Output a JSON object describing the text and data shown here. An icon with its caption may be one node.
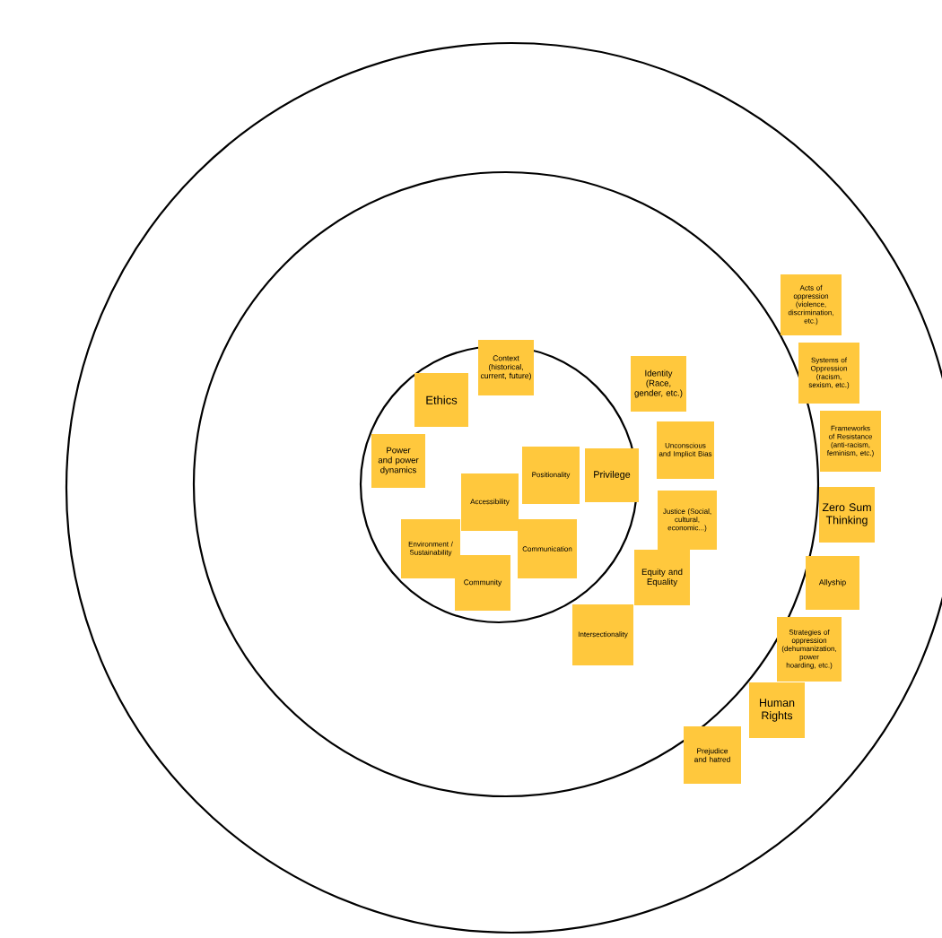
{
  "diagram": {
    "nodes": [
      {
        "text": [],
        "shape": "circle"
      },
      {
        "text": [],
        "shape": "circle",
        "in": 0
      },
      {
        "text": [],
        "shape": "circle",
        "in": 1
      },
      {
        "text": [
          "Ethics"
        ],
        "in": 2
      },
      {
        "text": [
          "Context (historical, current, future)"
        ],
        "in": 2
      },
      {
        "text": [
          "Power and power dynamics"
        ],
        "in": 2
      },
      {
        "text": [
          "Accessibility"
        ],
        "in": 2
      },
      {
        "text": [
          "Positionality"
        ],
        "in": 2
      },
      {
        "text": [
          "Privilege"
        ],
        "in": 2
      },
      {
        "text": [
          "Environment / Sustainability"
        ],
        "in": 2
      },
      {
        "text": [
          "Communication"
        ],
        "in": 2
      },
      {
        "text": [
          "Community"
        ],
        "in": 2
      },
      {
        "text": [
          "Identity (Race, gender, etc.)"
        ],
        "in": 1
      },
      {
        "text": [
          "Unconscious and Implicit Bias"
        ],
        "in": 1
      },
      {
        "text": [
          "Justice (Social, cultural, economic...)"
        ],
        "in": 1
      },
      {
        "text": [
          "Equity and Equality"
        ],
        "in": 1
      },
      {
        "text": [
          "Intersectionality"
        ],
        "in": 1
      },
      {
        "text": [
          "Acts of oppression (violence, discrimination, etc.)"
        ],
        "in": 0
      },
      {
        "text": [
          "Systems of Oppression (racism, sexism, etc.)"
        ],
        "in": 0
      },
      {
        "text": [
          "Frameworks of Resistance (anti-racism, feminism, etc.)"
        ],
        "in": 0
      },
      {
        "text": [
          "Zero Sum Thinking"
        ],
        "in": 0
      },
      {
        "text": [
          "Allyship"
        ],
        "in": 0
      },
      {
        "text": [
          "Strategies of oppression (dehumanization, power hoarding, etc.)"
        ],
        "in": 0
      },
      {
        "text": [
          "Human Rights"
        ],
        "in": 0
      },
      {
        "text": [
          "Prejudice and hatred"
        ],
        "in": 0
      }
    ]
  }
}
